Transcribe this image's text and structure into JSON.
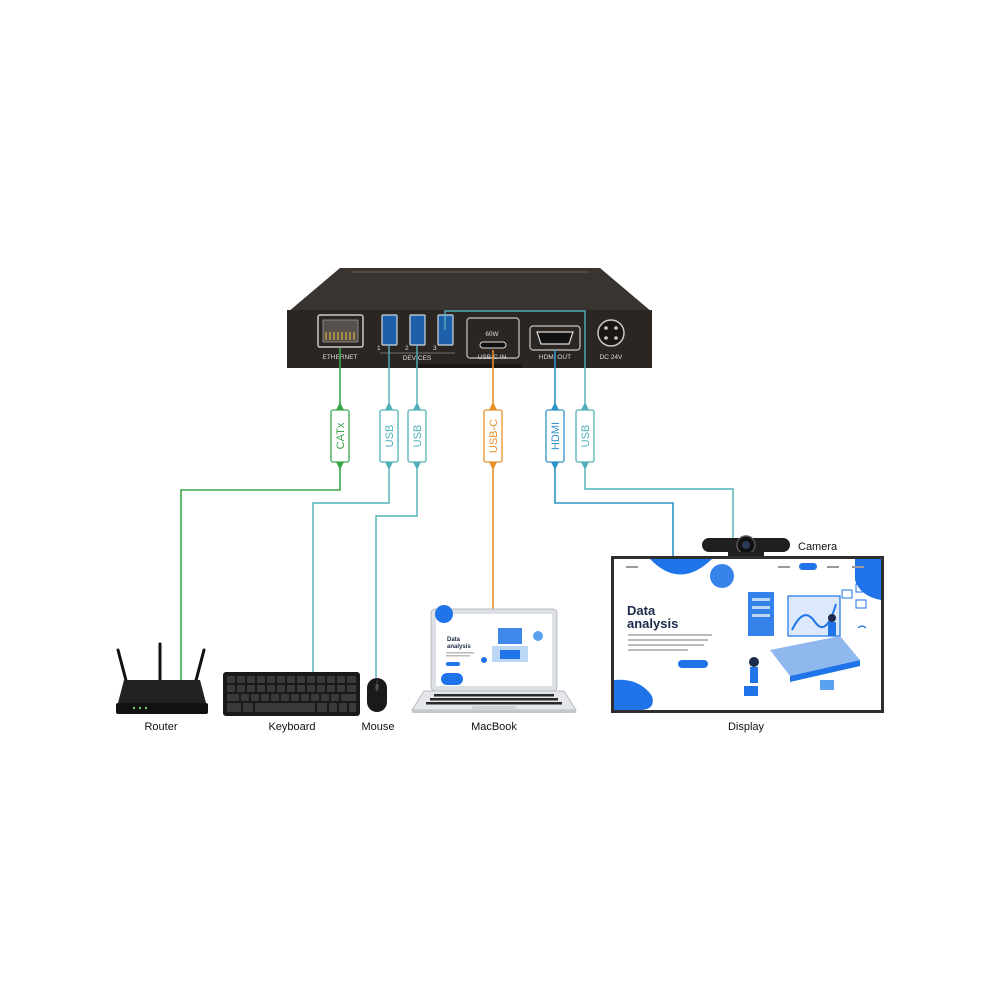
{
  "hub": {
    "ports": {
      "ethernet": "ETHERNET",
      "devices": "DEVICES",
      "dev1": "1",
      "dev2": "2",
      "dev3": "3",
      "power_rating": "60W",
      "usbc_in": "USB-C IN",
      "hdmi_out": "HDMI OUT",
      "dc": "DC 24V"
    }
  },
  "cables": {
    "catx": "CATx",
    "usb1": "USB",
    "usb2": "USB",
    "usbc": "USB-C",
    "hdmi": "HDMI",
    "usb3": "USB"
  },
  "devices": {
    "router": "Router",
    "keyboard": "Keyboard",
    "mouse": "Mouse",
    "macbook": "MacBook",
    "display": "Display",
    "camera": "Camera"
  },
  "screen": {
    "heading_line1": "Data",
    "heading_line2": "analysis"
  },
  "colors": {
    "catx": "#3aa64a",
    "usb": "#4fb0b8",
    "usbc": "#e8902a",
    "hdmi": "#2f93c8",
    "hub_body": "#2b2622"
  }
}
